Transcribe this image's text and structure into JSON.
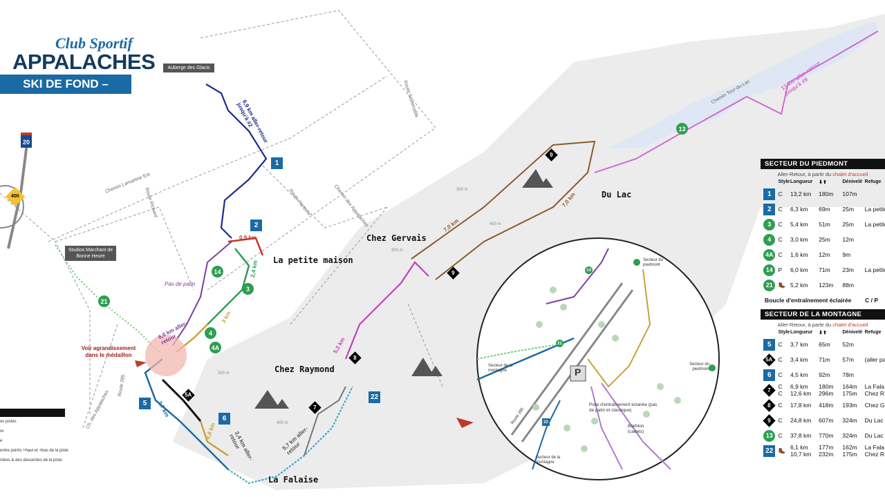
{
  "logo": {
    "club": "Club Sportif",
    "brand": "APPALACHES",
    "tagline": "SKI DE FOND – RAQUETTE"
  },
  "places": {
    "auberge": "Auberge des Glacis",
    "studios": "Studios Marchant de Bonne Heure",
    "petite_maison": "La petite maison",
    "chez_gervais": "Chez Gervais",
    "du_lac": "Du Lac",
    "chez_raymond": "Chez Raymond",
    "la_falaise": "La Falaise"
  },
  "roads": {
    "route_soutenable": "Route Soutenable",
    "route_hanover": "Route Hanover",
    "chemin_appalaches": "Chemin des Appalaches",
    "chemin_lamartine": "Chemin Lamartine Est",
    "route_richard": "Route Richard",
    "route_285": "Route 285",
    "ch_appalaches": "Ch. des Appalaches",
    "chemin_tour_du_lac": "Chemin Tour-du-Lac",
    "highway_20": "20",
    "highway_400": "400"
  },
  "trail_labels": {
    "t1": "6,9 km aller-retour jusqu'à #2",
    "t13": "13 km aller-retour jusqu'à #9",
    "t7a": "7,0 km",
    "t7b": "7,0 km",
    "t09": "0,9 km",
    "t24": "2,4 km",
    "t3": "3 km",
    "t60": "6,0 km aller-retour",
    "t52": "5,2 km",
    "t57": "5,7 km aller-retour",
    "t24b": "2,4 km aller-retour",
    "t08": "0,8 km",
    "t37": "3,7 km",
    "pas_patin": "Pas de patin",
    "agrandi": "Voir agrandissement dans le médaillon"
  },
  "elevations": [
    "300 m",
    "400 m",
    "300 m",
    "400 m",
    "200 m"
  ],
  "markers": [
    "1",
    "2",
    "3",
    "4",
    "4A",
    "5",
    "5A",
    "6",
    "7",
    "8",
    "9",
    "13",
    "14",
    "21",
    "22"
  ],
  "medallion": {
    "piedmont_top": "Secteur du piedmont",
    "piedmont_right": "Secteur du piedmont",
    "montagne_left": "Secteur de la montagne",
    "montagne_bottom": "Secteur de la montagne",
    "route": "Route 285",
    "piste": "Piste d'entraînement éclairée (pas de patin et classique)",
    "biathlon": "Biathlon (cadets)",
    "parking": "P",
    "m14": "14",
    "m21": "21",
    "m22": "22"
  },
  "legend": {
    "piedmont_title": "SECTEUR DU PIEDMONT",
    "montagne_title": "SECTEUR DE LA MONTAGNE",
    "subtitle_a": "Aller-Retour, à partir du",
    "subtitle_b": "chalet d'accueil",
    "col_style": "Style",
    "col_longueur": "Longueur",
    "col_updown": "⬇⬆",
    "col_deniv": "Dénivelé",
    "col_refuge": "Refuge",
    "boucle_label": "Boucle d'entraînement éclairée",
    "boucle_value": "C / P",
    "piedmont_rows": [
      {
        "num": "1",
        "shape": "sq",
        "color": "#1a6aa5",
        "style": "C",
        "len": "13,2 km",
        "ud": "180m",
        "den": "107m",
        "ref": ""
      },
      {
        "num": "2",
        "shape": "sq",
        "color": "#1a6aa5",
        "style": "C",
        "len": "6,3 km",
        "ud": "69m",
        "den": "25m",
        "ref": "La petite"
      },
      {
        "num": "3",
        "shape": "ci",
        "color": "#2e9e4f",
        "style": "C",
        "len": "5,4 km",
        "ud": "51m",
        "den": "25m",
        "ref": "La petite"
      },
      {
        "num": "4",
        "shape": "ci",
        "color": "#2e9e4f",
        "style": "C",
        "len": "3,0 km",
        "ud": "25m",
        "den": "12m",
        "ref": ""
      },
      {
        "num": "4A",
        "shape": "ci",
        "color": "#2e9e4f",
        "style": "C",
        "len": "1,6 km",
        "ud": "12m",
        "den": "9m",
        "ref": ""
      },
      {
        "num": "14",
        "shape": "ci",
        "color": "#2e9e4f",
        "style": "P",
        "len": "6,0 km",
        "ud": "71m",
        "den": "23m",
        "ref": "La petite"
      },
      {
        "num": "21",
        "shape": "ci",
        "color": "#2e9e4f",
        "style": "🥾",
        "len": "5,2 km",
        "ud": "123m",
        "den": "88m",
        "ref": ""
      }
    ],
    "montagne_rows": [
      {
        "num": "5",
        "shape": "sq",
        "color": "#1a6aa5",
        "style": "C",
        "len": "3,7 km",
        "ud": "65m",
        "den": "52m",
        "ref": ""
      },
      {
        "num": "5A",
        "shape": "di",
        "color": "#000000",
        "style": "C",
        "len": "3,4 km",
        "ud": "71m",
        "den": "57m",
        "ref": "(aller pa"
      },
      {
        "num": "6",
        "shape": "sq",
        "color": "#1a6aa5",
        "style": "C",
        "len": "4,5 km",
        "ud": "92m",
        "den": "78m",
        "ref": ""
      },
      {
        "num": "7",
        "shape": "di",
        "color": "#000000",
        "style": "C\nC",
        "len": "6,9 km\n12,6 km",
        "ud": "180m\n296m",
        "den": "164m\n175m",
        "ref": "La Fala\nChez R"
      },
      {
        "num": "8",
        "shape": "di",
        "color": "#000000",
        "style": "C",
        "len": "17,8 km",
        "ud": "418m",
        "den": "193m",
        "ref": "Chez G"
      },
      {
        "num": "9",
        "shape": "di",
        "color": "#000000",
        "style": "C",
        "len": "24,8 km",
        "ud": "607m",
        "den": "324m",
        "ref": "Du Lac"
      },
      {
        "num": "13",
        "shape": "ci",
        "color": "#2e9e4f",
        "style": "C",
        "len": "37,8 km",
        "ud": "770m",
        "den": "324m",
        "ref": "Du Lac"
      },
      {
        "num": "22",
        "shape": "sq",
        "color": "#1a6aa5",
        "style": "🥾",
        "len": "6,1 km\n10,7 km",
        "ud": "177m\n232m",
        "den": "162m\n175m",
        "ref": "La Fala\nChez R"
      }
    ]
  },
  "left_legend": [
    "es pistes",
    "re",
    "e",
    "entre points +haut et +bas de la piste",
    "ntées & des descentes de la piste"
  ]
}
